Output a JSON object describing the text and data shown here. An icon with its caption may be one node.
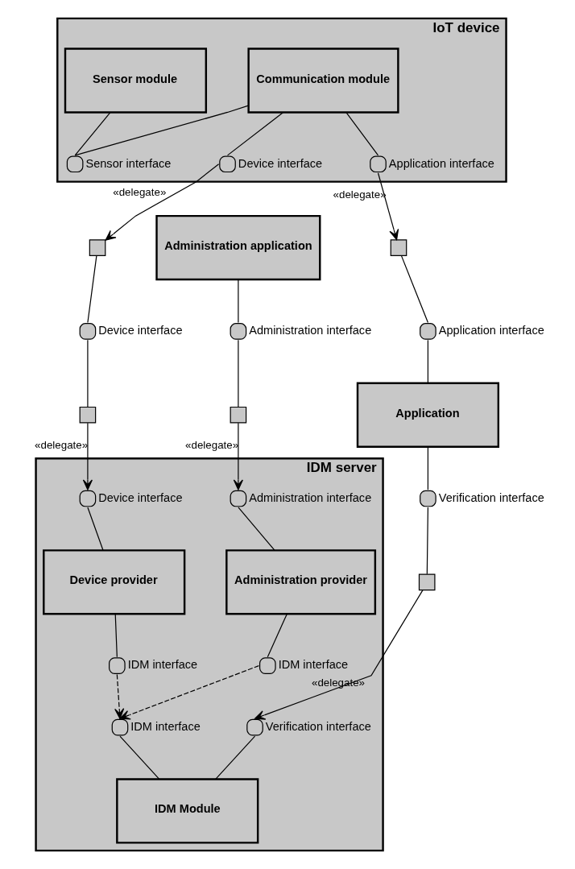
{
  "diagram": {
    "nodes": [
      {
        "text": [
          "IoT device"
        ]
      },
      {
        "text": [
          "Communication module"
        ],
        "in": 0
      },
      {
        "text": [
          "Sensor module"
        ],
        "in": 0
      },
      {
        "text": [
          "Sensor interface"
        ],
        "in": 0
      },
      {
        "text": [
          "Application interface"
        ],
        "in": 0
      },
      {
        "text": [
          "Device interface"
        ],
        "in": 0
      },
      {
        "text": [],
        "shape": "box"
      },
      {
        "text": [],
        "shape": "box"
      },
      {
        "text": [
          "Administration application"
        ]
      },
      {
        "text": [
          "Application"
        ]
      },
      {
        "text": [
          "Application interface"
        ]
      },
      {
        "text": [
          "Device interface"
        ]
      },
      {
        "text": [
          "Administration interface"
        ]
      },
      {
        "text": [
          "Verification interface"
        ]
      },
      {
        "text": [
          "IDM server"
        ]
      },
      {
        "text": [],
        "shape": "box"
      },
      {
        "text": [],
        "shape": "box"
      },
      {
        "text": [],
        "shape": "box"
      },
      {
        "text": [
          "Administration interface"
        ],
        "in": 14
      },
      {
        "text": [
          "Device interface"
        ],
        "in": 14
      },
      {
        "text": [
          "Administration provider"
        ],
        "in": 14
      },
      {
        "text": [
          "Device provider"
        ],
        "in": 14
      },
      {
        "text": [
          "IDM interface"
        ],
        "in": 14
      },
      {
        "text": [
          "IDM interface"
        ],
        "in": 14
      },
      {
        "text": [
          "IDM interface"
        ],
        "in": 14
      },
      {
        "text": [
          "IDM Module"
        ],
        "in": 14
      },
      {
        "text": [
          "Verification interface"
        ],
        "in": 14
      }
    ],
    "edges": [
      {
        "from": 1,
        "to": 3,
        "arrow": "none"
      },
      {
        "from": 2,
        "to": 3,
        "arrow": "none"
      },
      {
        "from": 1,
        "to": 4,
        "arrow": "none"
      },
      {
        "from": 4,
        "to": 7,
        "arrow": "to",
        "label": "«delegate»"
      },
      {
        "from": 1,
        "to": 5,
        "arrow": "none"
      },
      {
        "from": 5,
        "to": 6,
        "arrow": "to",
        "label": "«delegate»"
      },
      {
        "from": 7,
        "to": 10,
        "arrow": "none"
      },
      {
        "from": 10,
        "to": 9,
        "arrow": "none"
      },
      {
        "from": 6,
        "to": 11,
        "arrow": "none"
      },
      {
        "from": 11,
        "to": 16,
        "arrow": "none"
      },
      {
        "from": 8,
        "to": 12,
        "arrow": "none"
      },
      {
        "from": 12,
        "to": 15,
        "arrow": "none"
      },
      {
        "from": 9,
        "to": 13,
        "arrow": "none"
      },
      {
        "from": 13,
        "to": 17,
        "arrow": "none"
      },
      {
        "from": 15,
        "to": 18,
        "arrow": "to",
        "label": "«delegate»"
      },
      {
        "from": 16,
        "to": 19,
        "arrow": "to",
        "label": "«delegate»"
      },
      {
        "from": 18,
        "to": 20,
        "arrow": "none"
      },
      {
        "from": 19,
        "to": 21,
        "arrow": "none"
      },
      {
        "from": 20,
        "to": 22,
        "arrow": "none"
      },
      {
        "from": 21,
        "to": 23,
        "arrow": "none"
      },
      {
        "from": 22,
        "to": 24,
        "arrow": "to",
        "style": "dashed"
      },
      {
        "from": 23,
        "to": 24,
        "arrow": "to",
        "style": "dashed"
      },
      {
        "from": 24,
        "to": 25,
        "arrow": "none"
      },
      {
        "from": 17,
        "to": 26,
        "arrow": "to",
        "label": "«delegate»"
      },
      {
        "from": 26,
        "to": 25,
        "arrow": "none"
      }
    ]
  }
}
